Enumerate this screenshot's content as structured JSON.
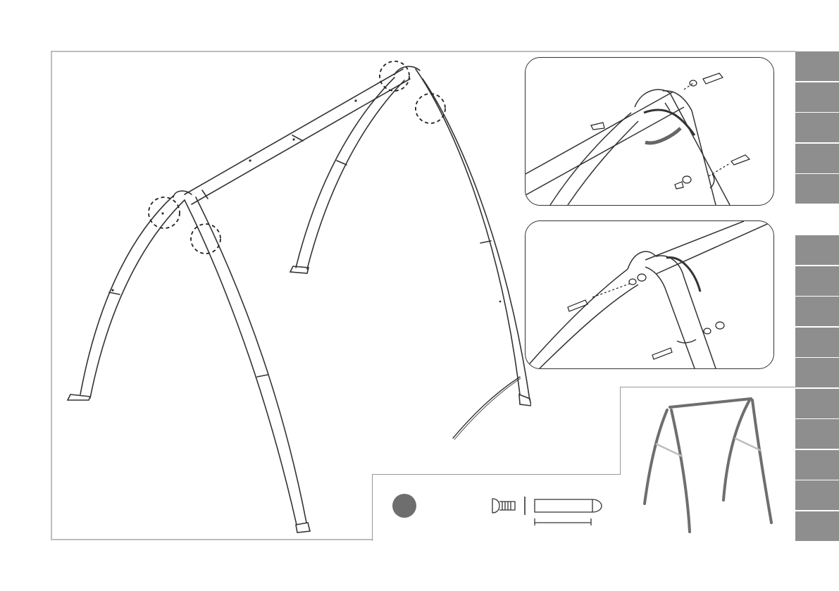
{
  "page": {
    "step_number": "",
    "accent_gray": "#8e8e8e",
    "line_color": "#333333"
  },
  "tabs": {
    "group_top": [
      "",
      "",
      "",
      "",
      ""
    ],
    "group_bottom": [
      "",
      "",
      "",
      "",
      "",
      "",
      "",
      "",
      "",
      ""
    ]
  },
  "main_drawing": {
    "description_icon": "swing-frame-assembly-icon",
    "highlight_circles": 4
  },
  "detail_views": [
    {
      "id": "top-connection-detail",
      "icon": "bolt-assembly-icon"
    },
    {
      "id": "bottom-connection-detail",
      "icon": "bolt-assembly-icon"
    }
  ],
  "overview": {
    "icon": "completed-frame-icon"
  },
  "parts": {
    "items": [
      {
        "icon": "bolt-head-icon",
        "label": ""
      },
      {
        "icon": "washer-icon",
        "label": ""
      },
      {
        "icon": "long-bolt-icon",
        "label": ""
      }
    ]
  }
}
